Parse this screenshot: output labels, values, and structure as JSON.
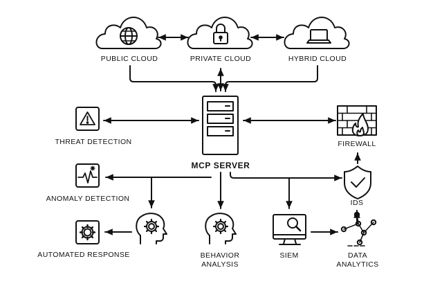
{
  "labels": {
    "public_cloud": "PUBLIC CLOUD",
    "private_cloud": "PRIVATE CLOUD",
    "hybrid_cloud": "HYBRID CLOUD",
    "mcp_server": "MCP SERVER",
    "threat_detection": "THREAT DETECTION",
    "firewall": "FIREWALL",
    "anomaly_detection": "ANOMALY DETECTION",
    "ids": "IDS",
    "automated_response": "AUTOMATED RESPONSE",
    "behavior_analysis_1": "BEHAVIOR",
    "behavior_analysis_2": "ANALYSIS",
    "siem": "SIEM",
    "data_analytics_1": "DATA",
    "data_analytics_2": "ANALYTICS"
  },
  "colors": {
    "stroke": "#111111",
    "background": "#ffffff"
  },
  "icons": [
    "globe-icon",
    "lock-icon",
    "laptop-icon",
    "server-rack-icon",
    "warning-icon",
    "firewall-icon",
    "pulse-icon",
    "shield-check-icon",
    "gear-icon",
    "head-gear-icon",
    "monitor-search-icon",
    "data-network-icon"
  ]
}
